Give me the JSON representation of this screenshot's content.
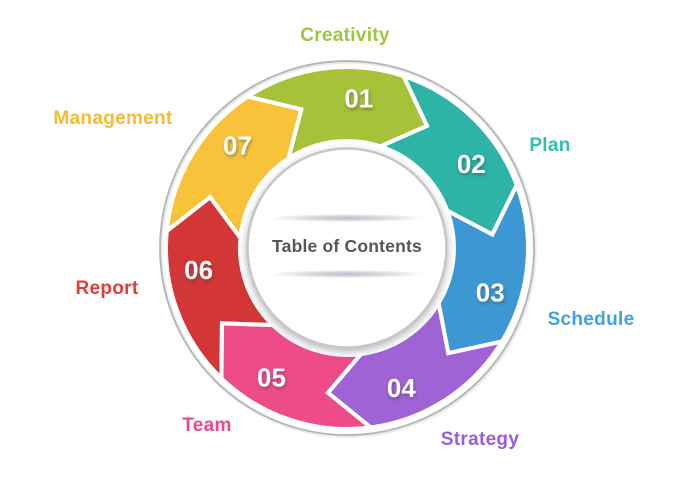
{
  "title": {
    "text": "Table of Contents",
    "color": "#54565b"
  },
  "segments": [
    {
      "number": "01",
      "label": "Creativity",
      "color": "#a7c138",
      "label_color": "#9cc63c"
    },
    {
      "number": "02",
      "label": "Plan",
      "color": "#2db4a7",
      "label_color": "#2fbfb3"
    },
    {
      "number": "03",
      "label": "Schedule",
      "color": "#3d97d3",
      "label_color": "#3ea2e8"
    },
    {
      "number": "04",
      "label": "Strategy",
      "color": "#9f63d6",
      "label_color": "#9b5ce4"
    },
    {
      "number": "05",
      "label": "Team",
      "color": "#ee4c88",
      "label_color": "#f2458e"
    },
    {
      "number": "06",
      "label": "Report",
      "color": "#d23636",
      "label_color": "#e23d3d"
    },
    {
      "number": "07",
      "label": "Management",
      "color": "#f8c33a",
      "label_color": "#f9ba33"
    }
  ],
  "colors": {
    "background": "#ffffff",
    "outer_ring": "#b4b4b4",
    "center_circle_fill": "#ffffff",
    "center_circle_ring": "#c7c7c7",
    "segment_gap": "#ffffff",
    "number_text": "#ffffff",
    "divider_shadow": "#7e8897"
  }
}
